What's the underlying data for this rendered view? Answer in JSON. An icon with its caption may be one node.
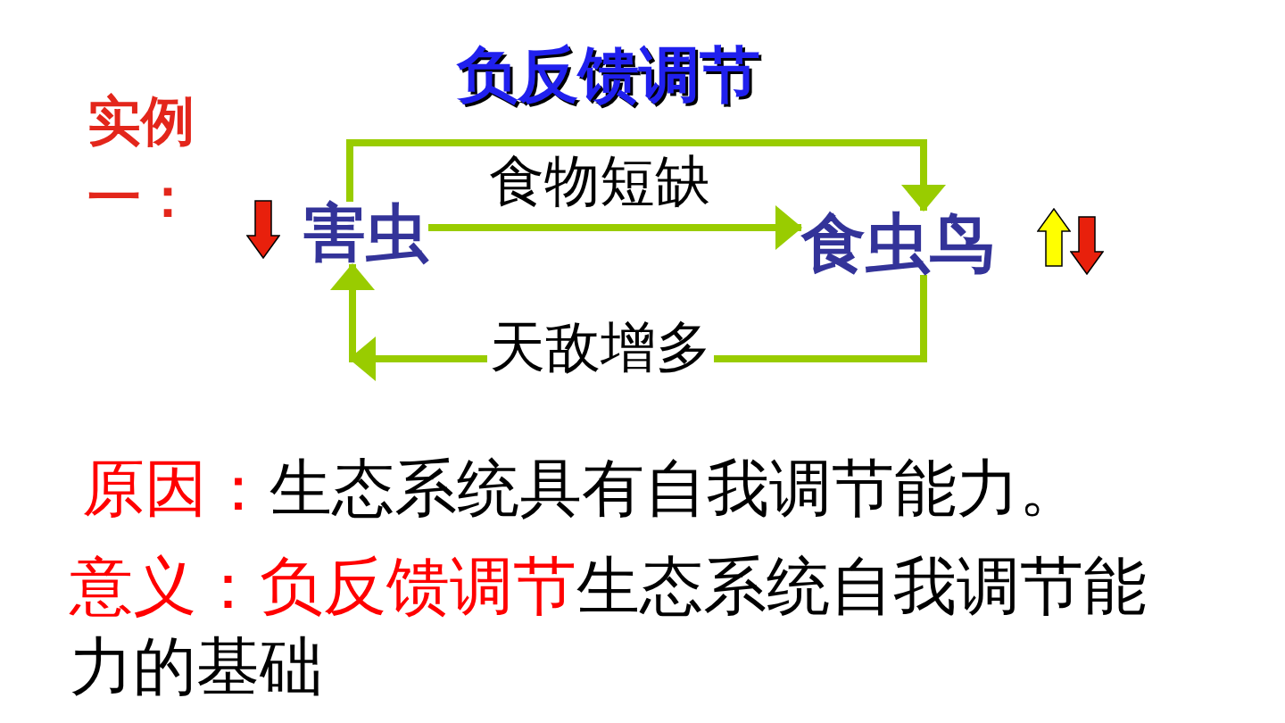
{
  "diagram": {
    "title": "负反馈调节",
    "nodes": [
      {
        "text": [
          "害虫"
        ]
      },
      {
        "text": [
          "食虫鸟"
        ]
      }
    ],
    "edges": [
      {
        "from": 0,
        "to": 1,
        "arrow": "to"
      },
      {
        "from": 0,
        "to": 1,
        "label": "食物短缺",
        "arrow": "to"
      },
      {
        "from": 1,
        "to": 0,
        "label": "天敌增多",
        "arrow": "to"
      }
    ],
    "labels": [
      "实例一：",
      "原因：",
      "生态系统具有自我调节能力。",
      "意义：负反馈调节",
      "生态系统自我调节能力的基础"
    ]
  }
}
